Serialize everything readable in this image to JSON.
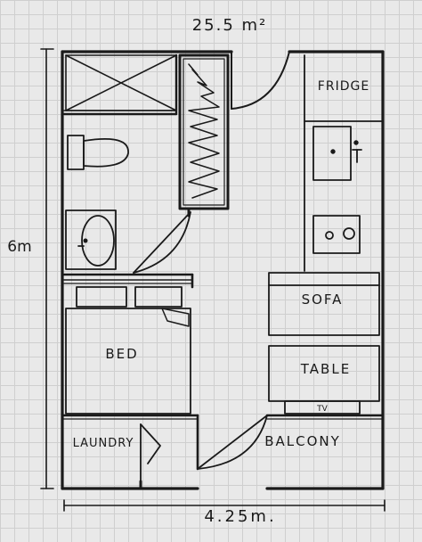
{
  "plan": {
    "area_label": "25.5 m²",
    "height_label": "6m",
    "width_label": "4.25m.",
    "rooms": {
      "fridge": "FRIDGE",
      "sofa": "SOFA",
      "bed": "BED",
      "table": "TABLE",
      "tv": "TV",
      "laundry": "LAUNDRY",
      "balcony": "BALCONY"
    }
  }
}
